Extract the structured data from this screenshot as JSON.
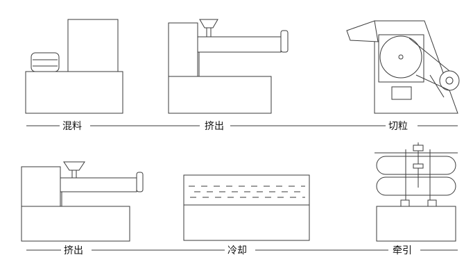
{
  "steps": [
    {
      "label": "混料"
    },
    {
      "label": "挤出"
    },
    {
      "label": "切粒"
    },
    {
      "label": "挤出"
    },
    {
      "label": "冷却"
    },
    {
      "label": "牵引"
    }
  ],
  "colors": {
    "line": "#3a3a3a",
    "background": "#ffffff",
    "text": "#111111"
  }
}
